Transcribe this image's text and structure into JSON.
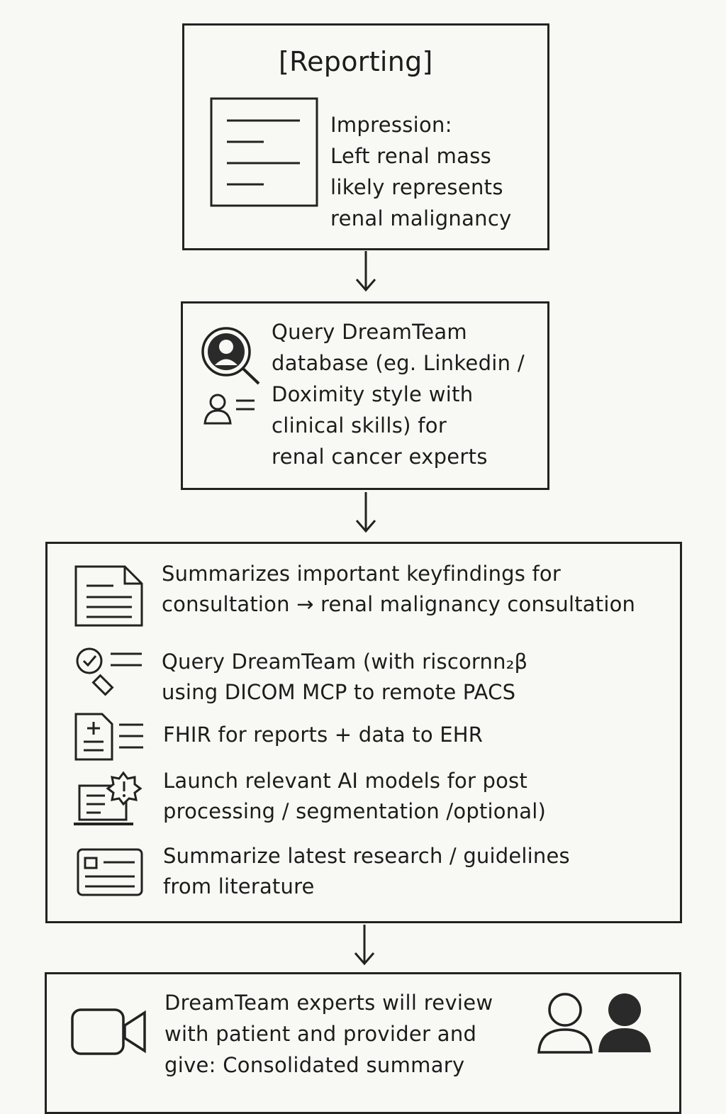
{
  "reporting": {
    "title": "[Reporting]",
    "impression_lines": [
      "Impression:",
      "Left renal mass",
      "likely represents",
      "renal malignancy"
    ],
    "icon": "document-lines-icon"
  },
  "query": {
    "lines": [
      "Query DreamTeam",
      "database (eg. Linkedin /",
      "Doximity style with",
      "clinical skills) for",
      "renal cancer experts"
    ],
    "icons": [
      "person-search-icon",
      "person-list-icon"
    ]
  },
  "actions": {
    "items": [
      {
        "icon": "document-icon",
        "lines": [
          "Summarizes important keyfindings for",
          "consultation → renal malignancy consultation"
        ]
      },
      {
        "icon": "search-list-icon",
        "lines": [
          "Query DreamTeam (with riscornn₂β",
          "using DICOM MCP to remote PACS"
        ]
      },
      {
        "icon": "report-plus-icon",
        "lines": [
          "FHIR for reports + data to EHR"
        ]
      },
      {
        "icon": "laptop-alert-icon",
        "lines": [
          "Launch relevant AI models for post",
          "processing / segmentation /optional)"
        ]
      },
      {
        "icon": "id-card-icon",
        "lines": [
          "Summarize latest research / guidelines",
          "from literature"
        ]
      }
    ]
  },
  "review": {
    "lines": [
      "DreamTeam experts will review",
      "with patient and provider and",
      "give: Consolidated summary"
    ],
    "icons": [
      "video-camera-icon",
      "person-outline-icon",
      "person-filled-icon"
    ]
  }
}
